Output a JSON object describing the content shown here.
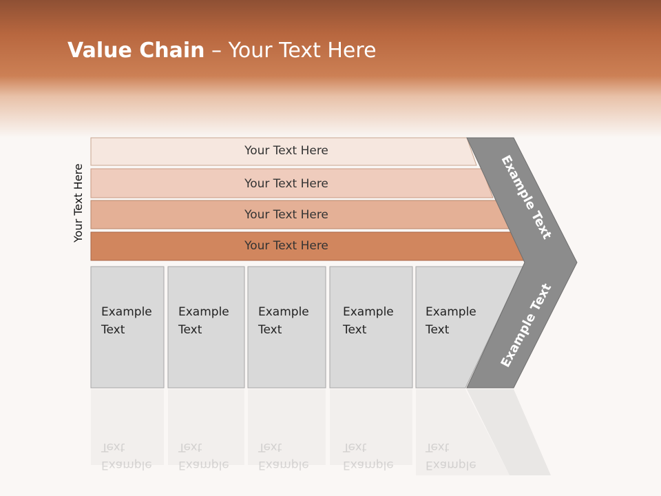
{
  "title": {
    "bold": "Value Chain",
    "rest": " – Your Text Here"
  },
  "side_label": "Your Text Here",
  "bars": [
    "Your Text Here",
    "Your Text Here",
    "Your Text Here",
    "Your Text Here"
  ],
  "boxes": [
    {
      "line1": "Example",
      "line2": "Text"
    },
    {
      "line1": "Example",
      "line2": "Text"
    },
    {
      "line1": "Example",
      "line2": "Text"
    },
    {
      "line1": "Example",
      "line2": "Text"
    },
    {
      "line1": "Example",
      "line2": "Text"
    }
  ],
  "chevron": {
    "upper": "Example Text",
    "lower": "Example Text"
  },
  "colors": {
    "bar1": "#f6e7df",
    "bar2": "#efccbd",
    "bar3": "#e4b096",
    "bar4": "#d1865e",
    "boxes": "#d9d9d9",
    "chevron": "#8c8c8c"
  }
}
